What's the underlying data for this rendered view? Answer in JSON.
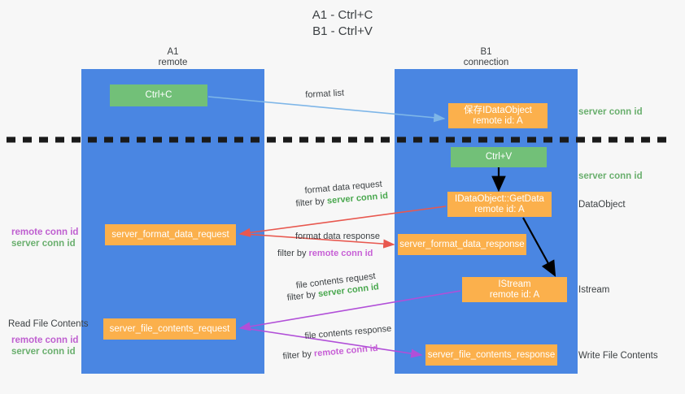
{
  "title": {
    "line1": "A1 - Ctrl+C",
    "line2": "B1 - Ctrl+V"
  },
  "lanes": [
    {
      "id": "a1",
      "name": "A1",
      "sub": "remote",
      "color": "#4a86e2"
    },
    {
      "id": "b1",
      "name": "B1",
      "sub": "connection",
      "color": "#4a86e2"
    }
  ],
  "nodes": [
    {
      "id": "ctrl-c",
      "line1": "Ctrl+C",
      "line2": "",
      "color": "#72c078"
    },
    {
      "id": "save-idataobject",
      "line1": "保存IDataObject",
      "line2": "remote id: A",
      "color": "#fbb04c"
    },
    {
      "id": "ctrl-v",
      "line1": "Ctrl+V",
      "line2": "",
      "color": "#72c078"
    },
    {
      "id": "idataobject-getdata",
      "line1": "IDataObject::GetData",
      "line2": "remote id: A",
      "color": "#fbb04c"
    },
    {
      "id": "server-format-data-request",
      "line1": "server_format_data_request",
      "line2": "",
      "color": "#fbb04c"
    },
    {
      "id": "server-format-data-response",
      "line1": "server_format_data_response",
      "line2": "",
      "color": "#fbb04c"
    },
    {
      "id": "istream",
      "line1": "IStream",
      "line2": "remote id: A",
      "color": "#fbb04c"
    },
    {
      "id": "server-file-contents-request",
      "line1": "server_file_contents_request",
      "line2": "",
      "color": "#fbb04c"
    },
    {
      "id": "server-file-contents-response",
      "line1": "server_file_contents_response",
      "line2": "",
      "color": "#fbb04c"
    }
  ],
  "edge_labels": {
    "format_list": "format list",
    "format_data_request": "format data request",
    "format_data_response": "format data response",
    "file_contents_request": "file contents request",
    "file_contents_response": "file contents response",
    "filter_by": "filter by",
    "server_conn_id": "server conn id",
    "remote_conn_id": "remote conn id"
  },
  "side_notes": {
    "right_server_conn_top": "server conn id",
    "right_server_conn_mid": "server conn id",
    "right_dataobject": "DataObject",
    "right_istream": "Istream",
    "right_write_file_contents": "Write File Contents",
    "left_read_file_contents": "Read File Contents",
    "left_remote_conn_id": "remote conn id",
    "left_server_conn_id": "server conn id"
  },
  "colors": {
    "lane": "#4a86e2",
    "green_node": "#72c078",
    "orange_node": "#fbb04c",
    "green_text": "#4aa84f",
    "pink_text": "#c760d6",
    "arrow_red": "#e8584f",
    "arrow_purple": "#b14fd8",
    "arrow_blue": "#7eb6e8",
    "arrow_black": "#000000",
    "divider": "#1a1a1a",
    "background": "#f7f7f7"
  }
}
